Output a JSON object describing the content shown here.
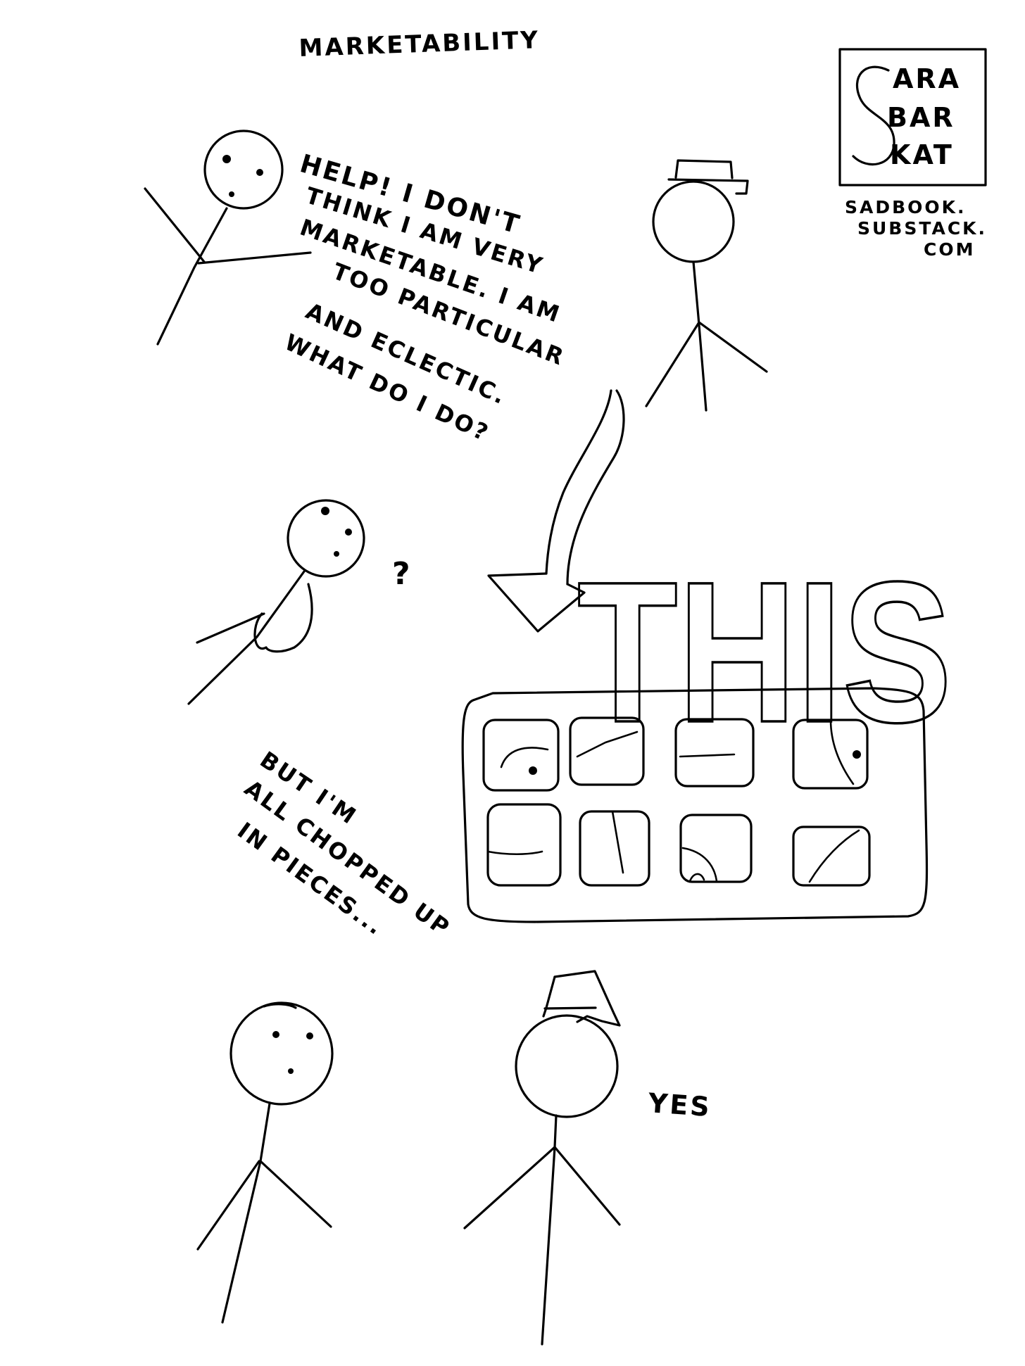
{
  "title": "MARKETABILITY",
  "logo": {
    "initial": "S",
    "lines": [
      "ARA",
      "BAR",
      "KAT"
    ]
  },
  "site": [
    "SADBOOK.",
    "SUBSTACK.",
    "COM"
  ],
  "speech1": [
    "HELP! I DON'T",
    "THINK I AM VERY",
    "MARKETABLE. I AM",
    "TOO PARTICULAR",
    "AND ECLECTIC.",
    "WHAT DO I DO?"
  ],
  "question_mark": "?",
  "big_word": "THIS",
  "speech2": [
    "BUT I'M",
    "ALL CHOPPED UP",
    "IN PIECES..."
  ],
  "reply": "YES"
}
